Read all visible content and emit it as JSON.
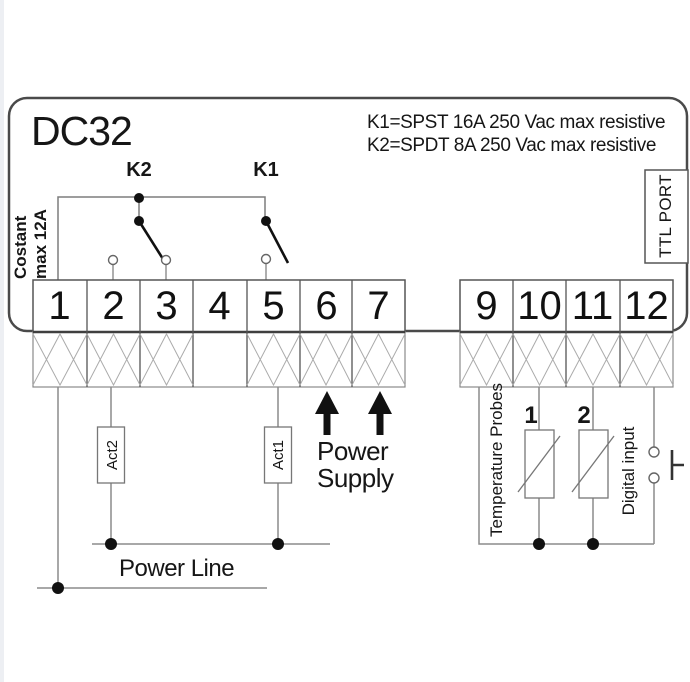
{
  "device": {
    "model": "DC32"
  },
  "relay_specs": [
    "K1=SPST 16A 250 Vac max resistive",
    "K2=SPDT 8A 250 Vac max resistive"
  ],
  "relays": {
    "k2_label": "K2",
    "k1_label": "K1"
  },
  "side_labels": {
    "costant_line1": "Costant",
    "costant_line2": "max 12A",
    "ttl_port": "TTL PORT"
  },
  "terminals": {
    "left": [
      "1",
      "2",
      "3",
      "4",
      "5",
      "6",
      "7"
    ],
    "right": [
      "9",
      "10",
      "11",
      "12"
    ]
  },
  "actuators": {
    "act2": "Act2",
    "act1": "Act1"
  },
  "power": {
    "supply_line1": "Power",
    "supply_line2": "Supply",
    "line_label": "Power Line"
  },
  "probes": {
    "section_label": "Temperature Probes",
    "probe1": "1",
    "probe2": "2"
  },
  "digital": {
    "label": "Digital input"
  },
  "colors": {
    "ink": "#161616",
    "wire": "#8c8c8c",
    "border": "#555555",
    "black": "#111111",
    "background": "#ffffff"
  }
}
